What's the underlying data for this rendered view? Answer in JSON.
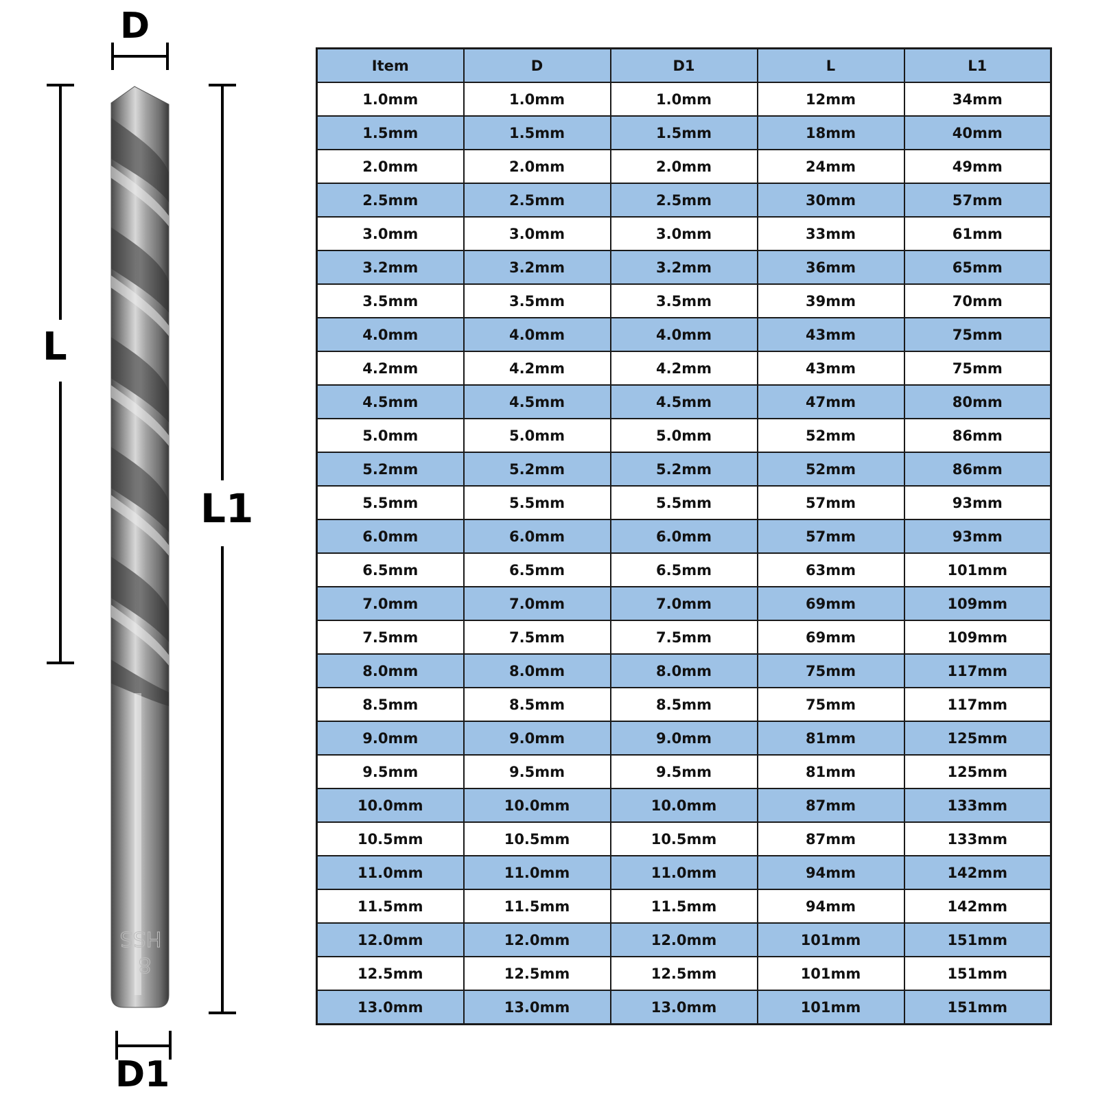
{
  "dimension_labels": {
    "d": "D",
    "l": "L",
    "l1": "L1",
    "d1": "D1"
  },
  "drill_marking": {
    "text1": "HSS",
    "text2": "8"
  },
  "colors": {
    "header_bg": "#9ec2e6",
    "stripe_bg": "#9ec2e6",
    "row_bg": "#ffffff",
    "border": "#1a1a1a"
  },
  "table": {
    "headers": [
      "Item",
      "D",
      "D1",
      "L",
      "L1"
    ],
    "rows": [
      [
        "1.0mm",
        "1.0mm",
        "1.0mm",
        "12mm",
        "34mm"
      ],
      [
        "1.5mm",
        "1.5mm",
        "1.5mm",
        "18mm",
        "40mm"
      ],
      [
        "2.0mm",
        "2.0mm",
        "2.0mm",
        "24mm",
        "49mm"
      ],
      [
        "2.5mm",
        "2.5mm",
        "2.5mm",
        "30mm",
        "57mm"
      ],
      [
        "3.0mm",
        "3.0mm",
        "3.0mm",
        "33mm",
        "61mm"
      ],
      [
        "3.2mm",
        "3.2mm",
        "3.2mm",
        "36mm",
        "65mm"
      ],
      [
        "3.5mm",
        "3.5mm",
        "3.5mm",
        "39mm",
        "70mm"
      ],
      [
        "4.0mm",
        "4.0mm",
        "4.0mm",
        "43mm",
        "75mm"
      ],
      [
        "4.2mm",
        "4.2mm",
        "4.2mm",
        "43mm",
        "75mm"
      ],
      [
        "4.5mm",
        "4.5mm",
        "4.5mm",
        "47mm",
        "80mm"
      ],
      [
        "5.0mm",
        "5.0mm",
        "5.0mm",
        "52mm",
        "86mm"
      ],
      [
        "5.2mm",
        "5.2mm",
        "5.2mm",
        "52mm",
        "86mm"
      ],
      [
        "5.5mm",
        "5.5mm",
        "5.5mm",
        "57mm",
        "93mm"
      ],
      [
        "6.0mm",
        "6.0mm",
        "6.0mm",
        "57mm",
        "93mm"
      ],
      [
        "6.5mm",
        "6.5mm",
        "6.5mm",
        "63mm",
        "101mm"
      ],
      [
        "7.0mm",
        "7.0mm",
        "7.0mm",
        "69mm",
        "109mm"
      ],
      [
        "7.5mm",
        "7.5mm",
        "7.5mm",
        "69mm",
        "109mm"
      ],
      [
        "8.0mm",
        "8.0mm",
        "8.0mm",
        "75mm",
        "117mm"
      ],
      [
        "8.5mm",
        "8.5mm",
        "8.5mm",
        "75mm",
        "117mm"
      ],
      [
        "9.0mm",
        "9.0mm",
        "9.0mm",
        "81mm",
        "125mm"
      ],
      [
        "9.5mm",
        "9.5mm",
        "9.5mm",
        "81mm",
        "125mm"
      ],
      [
        "10.0mm",
        "10.0mm",
        "10.0mm",
        "87mm",
        "133mm"
      ],
      [
        "10.5mm",
        "10.5mm",
        "10.5mm",
        "87mm",
        "133mm"
      ],
      [
        "11.0mm",
        "11.0mm",
        "11.0mm",
        "94mm",
        "142mm"
      ],
      [
        "11.5mm",
        "11.5mm",
        "11.5mm",
        "94mm",
        "142mm"
      ],
      [
        "12.0mm",
        "12.0mm",
        "12.0mm",
        "101mm",
        "151mm"
      ],
      [
        "12.5mm",
        "12.5mm",
        "12.5mm",
        "101mm",
        "151mm"
      ],
      [
        "13.0mm",
        "13.0mm",
        "13.0mm",
        "101mm",
        "151mm"
      ]
    ]
  }
}
